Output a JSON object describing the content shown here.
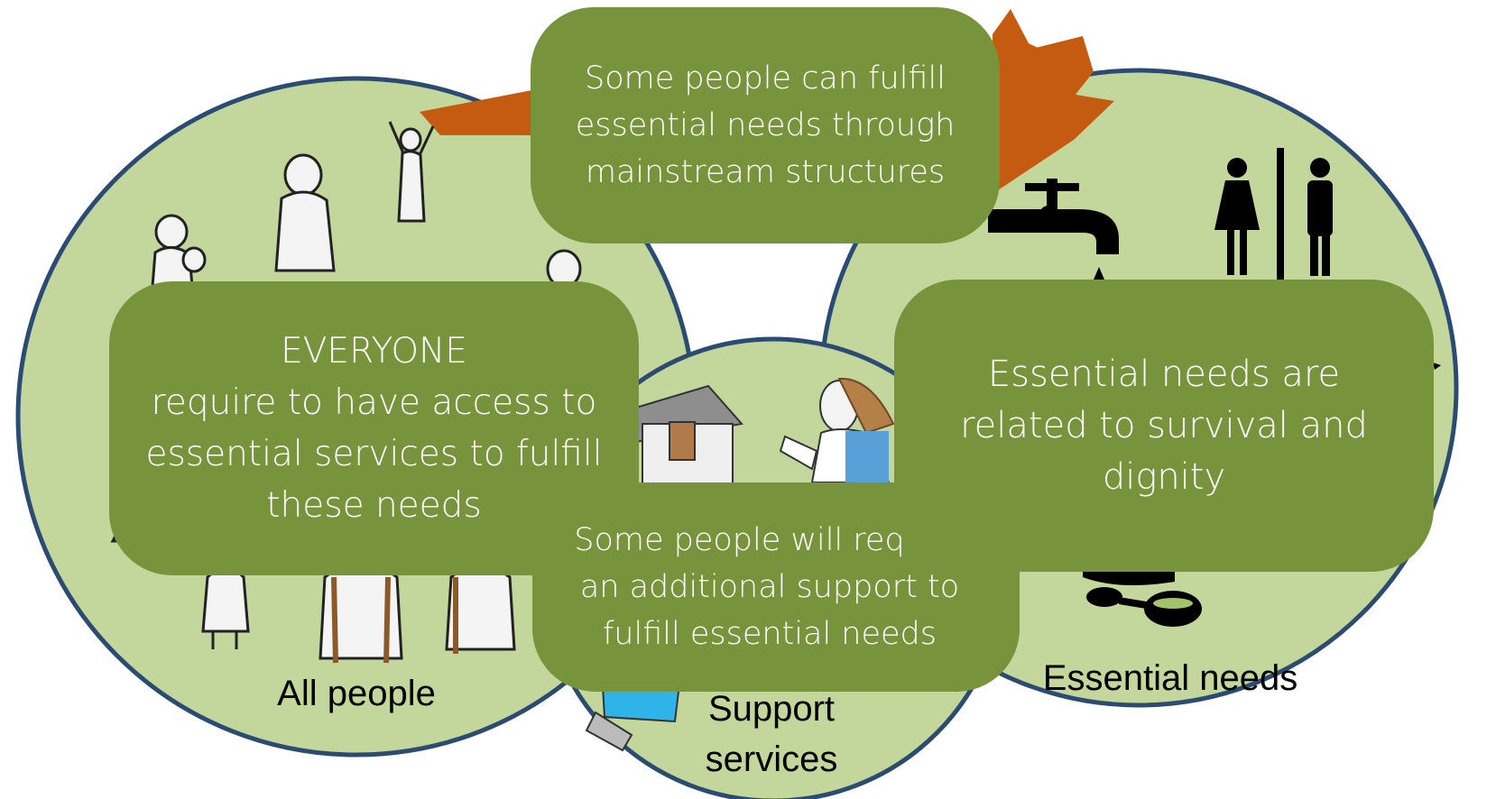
{
  "diagram": {
    "top_box": {
      "lines": [
        "Some people can fulfill",
        "essential needs through",
        "mainstream structures"
      ]
    },
    "left_box": {
      "lines": [
        "EVERYONE",
        "require to have access to",
        "essential services to fulfill",
        "these needs"
      ]
    },
    "right_box": {
      "lines": [
        "Essential needs are",
        "related to survival and",
        "dignity"
      ]
    },
    "middle_box": {
      "lines": [
        "Some people will require",
        "an additional support to",
        "fulfill essential needs"
      ]
    },
    "circle_labels": {
      "all_people": "All people",
      "essential_needs": "Essential needs",
      "support_services": [
        "Support",
        "services"
      ]
    },
    "colors": {
      "circle_fill": "#c3d69b",
      "circle_stroke": "#2c4b72",
      "box_fill": "#77933c",
      "arrow": "#c55a11"
    }
  }
}
